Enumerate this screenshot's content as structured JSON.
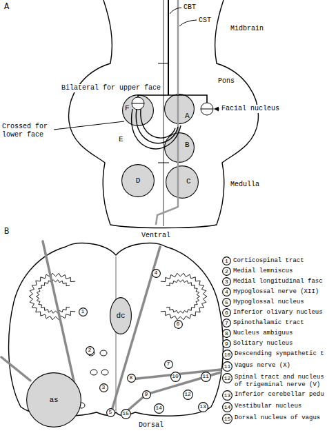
{
  "diagram": {
    "nodes": [
      {
        "text": [
          "F"
        ]
      },
      {
        "text": [
          "A"
        ]
      },
      {
        "text": [
          "B"
        ]
      },
      {
        "text": [
          "D"
        ]
      },
      {
        "text": [
          "C"
        ]
      },
      {
        "text": [
          "dc"
        ]
      },
      {
        "text": [
          "as"
        ]
      },
      {
        "text": [
          "1"
        ]
      },
      {
        "text": [
          "2"
        ]
      },
      {
        "text": [
          "3"
        ]
      },
      {
        "text": [
          "4"
        ]
      },
      {
        "text": [
          "5"
        ]
      },
      {
        "text": [
          "6"
        ]
      },
      {
        "text": [
          "7"
        ]
      },
      {
        "text": [
          "8"
        ]
      },
      {
        "text": [
          "9"
        ]
      },
      {
        "text": [
          "10"
        ]
      },
      {
        "text": [
          "11"
        ]
      },
      {
        "text": [
          "12"
        ]
      },
      {
        "text": [
          "13"
        ]
      },
      {
        "text": [
          "14"
        ]
      },
      {
        "text": [
          "15"
        ]
      },
      {
        "text": [
          "1",
          "Corticospinal tract"
        ]
      },
      {
        "text": [
          "2",
          "Medial lemniscus"
        ]
      },
      {
        "text": [
          "3",
          "Medial longitudinal fasc"
        ]
      },
      {
        "text": [
          "4",
          "Hypoglossal nerve (XII)"
        ]
      },
      {
        "text": [
          "5",
          "Hypoglossal nucleus"
        ]
      },
      {
        "text": [
          "6",
          "Inferior olivary nucleus"
        ]
      },
      {
        "text": [
          "7",
          "Spinothalamic tract"
        ]
      },
      {
        "text": [
          "8",
          "Nucleus ambiguus"
        ]
      },
      {
        "text": [
          "9",
          "Solitary nucleus"
        ]
      },
      {
        "text": [
          "10",
          "Descending sympathetic t"
        ]
      },
      {
        "text": [
          "11",
          "Vagus nerve (X)"
        ]
      },
      {
        "text": [
          "12",
          "Spinal tract and nucleus of trigeminal nerve (V)"
        ]
      },
      {
        "text": [
          "13",
          "Inferior cerebellar pedu"
        ]
      },
      {
        "text": [
          "14",
          "Vestibular nucleus"
        ]
      },
      {
        "text": [
          "15",
          "Dorsal nucleus of vagus"
        ]
      }
    ],
    "labels": [
      "A",
      "CBT",
      "CST",
      "Midbrain",
      "Pons",
      "Medulla",
      "Bilateral for upper face",
      "Facial nucleus",
      "Crossed for lower face",
      "E",
      "B",
      "Ventral",
      "Dorsal"
    ]
  }
}
